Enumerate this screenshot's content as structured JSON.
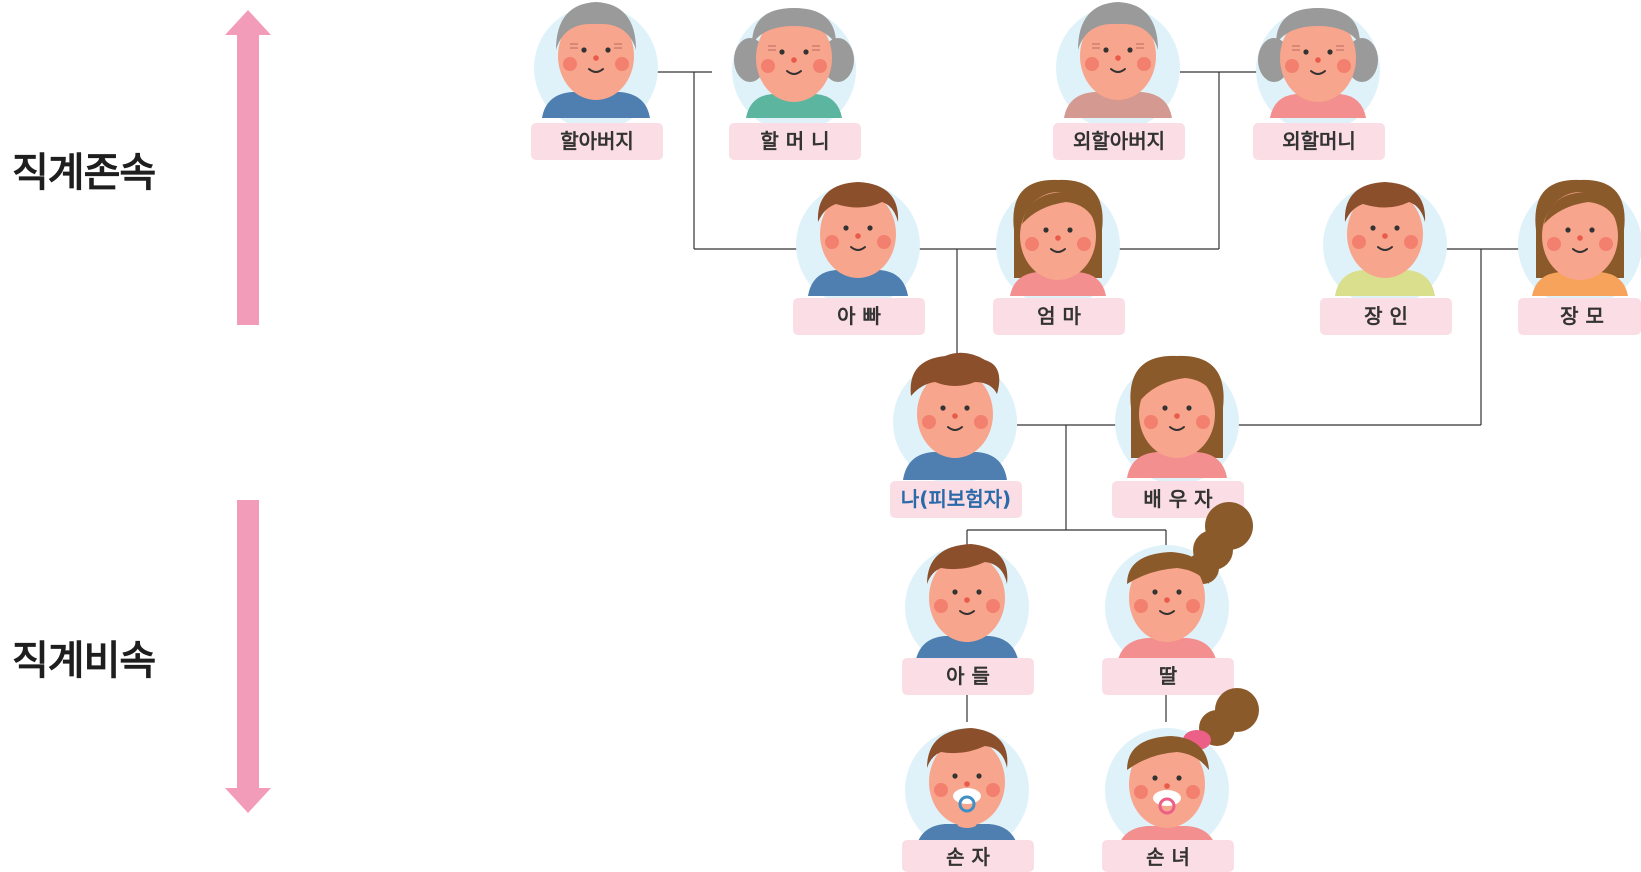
{
  "sides": {
    "ascendant": "직계존속",
    "descendant": "직계비속"
  },
  "colors": {
    "arrow": "#f29cb9",
    "label_bg": "#fbdde6",
    "avatar_bg": "#dff2fa",
    "skin": "#f8a58d",
    "line": "#333333",
    "self_text": "#2a6aa8"
  },
  "members": {
    "grandfather": "할아버지",
    "grandmother": "할 머 니",
    "mat_grandfather": "외할아버지",
    "mat_grandmother": "외할머니",
    "father": "아 빠",
    "mother": "엄 마",
    "father_in_law": "장 인",
    "mother_in_law": "장 모",
    "self": "나(피보험자)",
    "spouse": "배 우 자",
    "son": "아 들",
    "daughter": "딸",
    "grandson": "손 자",
    "granddaughter": "손 녀"
  }
}
